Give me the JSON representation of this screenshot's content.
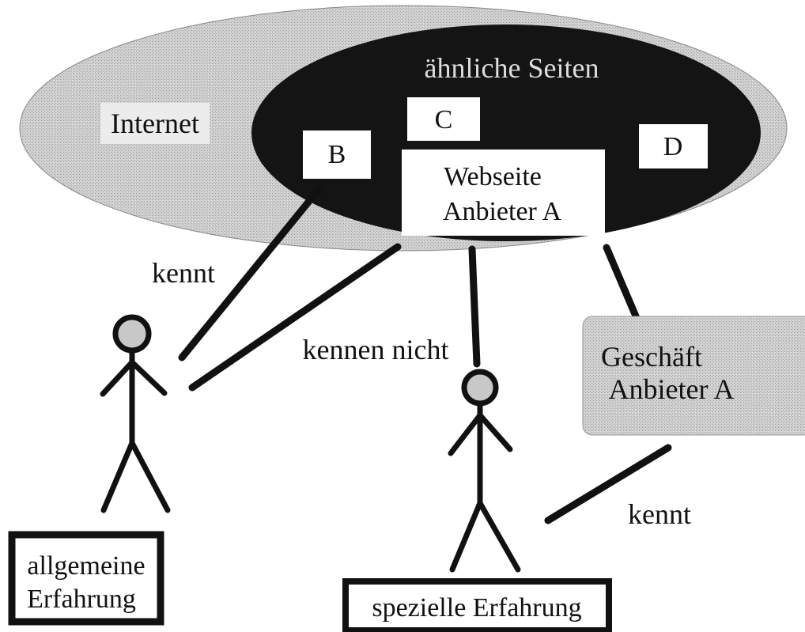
{
  "labels": {
    "internet": "Internet",
    "similar_pages": "ähnliche Seiten",
    "site_b": "B",
    "site_c": "C",
    "site_d": "D",
    "website_line1": "Webseite",
    "website_line2": "Anbieter A",
    "store_line1": "Geschäft",
    "store_line2": "Anbieter A",
    "knows_top": "kennt",
    "dont_know": "kennen nicht",
    "knows_bottom": "kennt",
    "general_line1": "allgemeine",
    "general_line2": "Erfahrung",
    "special": "spezielle Erfahrung"
  },
  "colors": {
    "outer_ellipse": "#c8c8c8",
    "inner_ellipse": "#141414",
    "store_box": "#c4c4c4",
    "line": "#111111"
  }
}
